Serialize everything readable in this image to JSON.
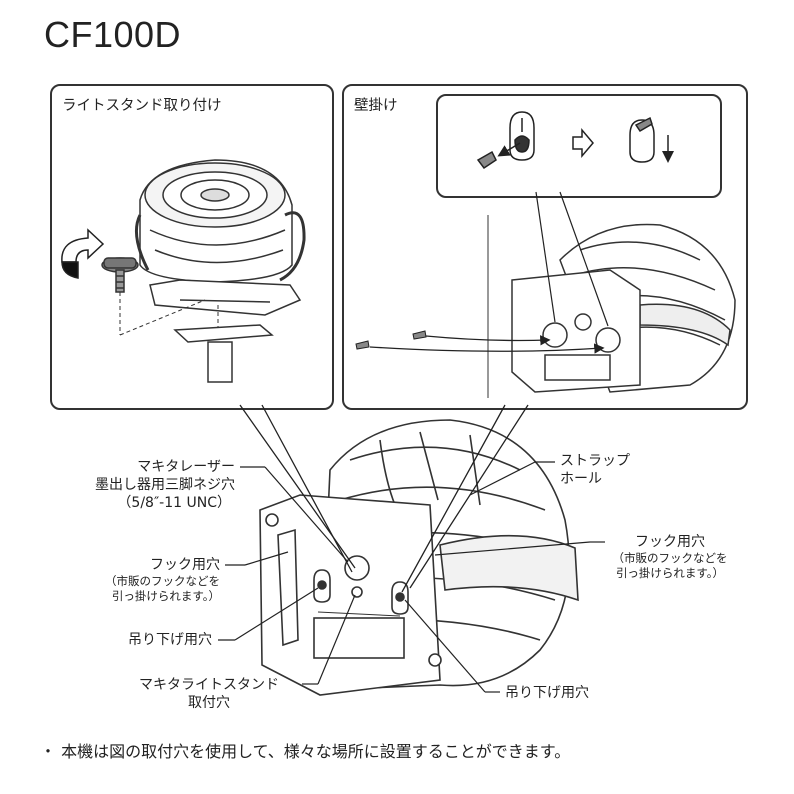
{
  "model_title": "CF100D",
  "panels": {
    "light_stand": {
      "label": "ライトスタンド取り付け"
    },
    "wall_mount": {
      "label": "壁掛け"
    }
  },
  "callouts": {
    "laser_mount": [
      "マキタレーザー",
      "墨出し器用三脚ネジ穴",
      "（5/8″-11 UNC）"
    ],
    "strap_hole": [
      "ストラップ",
      "ホール"
    ],
    "hook_hole_left": {
      "title": "フック用穴",
      "note": [
        "（市販のフックなどを",
        "引っ掛けられます。）"
      ]
    },
    "hook_hole_right": {
      "title": "フック用穴",
      "note": [
        "（市販のフックなどを",
        "引っ掛けられます。）"
      ]
    },
    "hanging_hole_left": "吊り下げ用穴",
    "hanging_hole_right": "吊り下げ用穴",
    "light_stand_hole": [
      "マキタライトスタンド",
      "取付穴"
    ]
  },
  "footer_note": "・ 本機は図の取付穴を使用して、様々な場所に設置することができます。"
}
